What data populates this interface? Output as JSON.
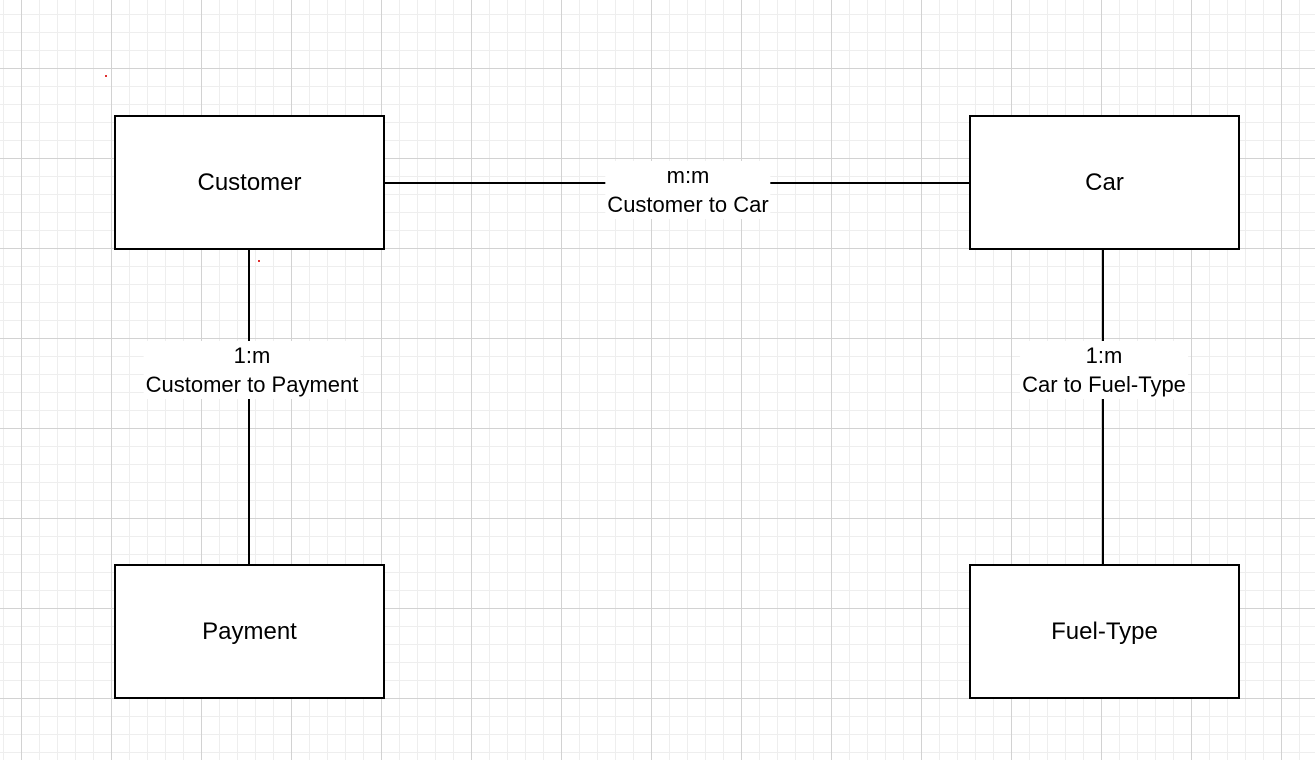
{
  "diagram": {
    "entities": {
      "customer": "Customer",
      "car": "Car",
      "payment": "Payment",
      "fuel_type": "Fuel-Type"
    },
    "relationships": {
      "customer_car": {
        "cardinality": "m:m",
        "name": "Customer to Car"
      },
      "customer_payment": {
        "cardinality": "1:m",
        "name": "Customer to Payment"
      },
      "car_fuel_type": {
        "cardinality": "1:m",
        "name": "Car to Fuel-Type"
      }
    },
    "colors": {
      "stroke": "#000000",
      "grid_major": "#d2d2d2",
      "grid_minor": "#eeeeee"
    }
  }
}
